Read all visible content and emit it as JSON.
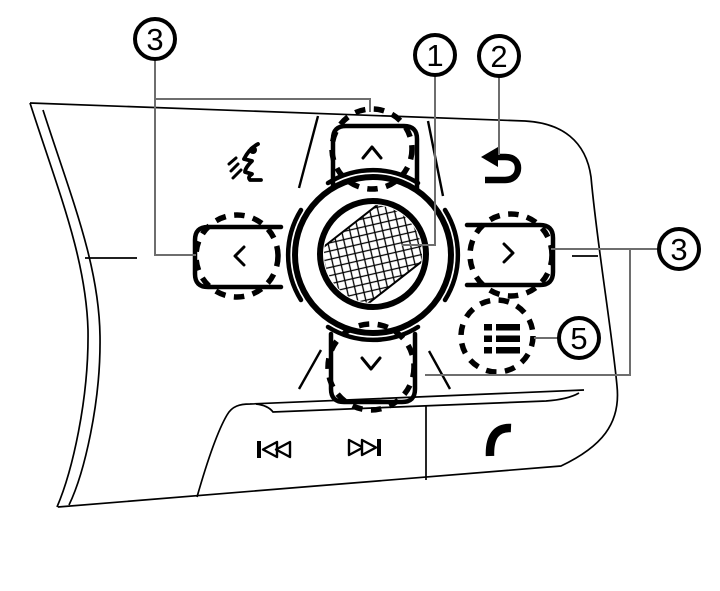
{
  "figure": {
    "title": "Steering wheel controls diagram",
    "background_color": "#ffffff",
    "line_color": "#000000",
    "connector_color": "#6e6e6e"
  },
  "callouts": {
    "three_left": {
      "label": "3",
      "points_to": [
        "up-arrow-button",
        "left-arrow-button"
      ]
    },
    "one": {
      "label": "1",
      "points_to": [
        "center-dial"
      ]
    },
    "two": {
      "label": "2",
      "points_to": [
        "back-button"
      ]
    },
    "three_right": {
      "label": "3",
      "points_to": [
        "right-arrow-button",
        "down-arrow-button"
      ]
    },
    "five": {
      "label": "5",
      "points_to": [
        "menu-button"
      ]
    }
  },
  "controls": {
    "voice": {
      "icon": "voice-control-icon"
    },
    "back": {
      "icon": "back-arrow-icon"
    },
    "up_arrow": {
      "icon": "chevron-up-icon"
    },
    "down_arrow": {
      "icon": "chevron-down-icon"
    },
    "left_arrow": {
      "icon": "chevron-left-icon"
    },
    "right_arrow": {
      "icon": "chevron-right-icon"
    },
    "center_dial": {
      "icon": "hatched-dial-knob"
    },
    "menu": {
      "icon": "menu-list-icon"
    },
    "previous_track": {
      "icon": "previous-track-icon"
    },
    "next_track": {
      "icon": "next-track-icon"
    },
    "phone": {
      "icon": "phone-handset-icon"
    }
  }
}
